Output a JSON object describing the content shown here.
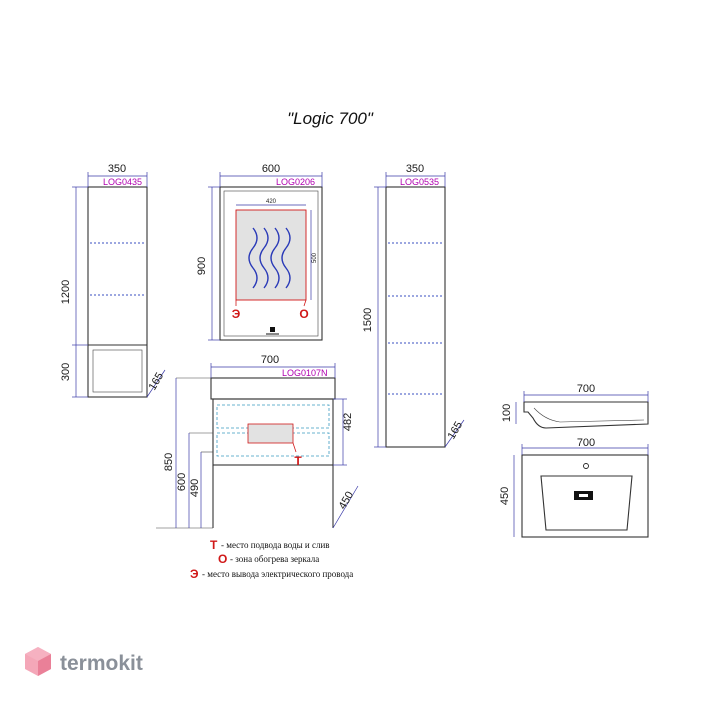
{
  "title": "\"Logic 700\"",
  "left_cabinet": {
    "width": "350",
    "code": "LOG0435",
    "height_upper": "1200",
    "height_lower": "300",
    "depth": "165"
  },
  "mirror": {
    "width": "600",
    "code": "LOG0206",
    "height": "900",
    "heater_width": "420",
    "heater_height": "500",
    "mark_e": "Э",
    "mark_o": "О"
  },
  "tall_cabinet": {
    "width": "350",
    "code": "LOG0535",
    "height": "1500",
    "depth": "165"
  },
  "vanity": {
    "width": "700",
    "code": "LOG0107N",
    "h_total": "850",
    "h_600": "600",
    "h_490": "490",
    "h_482": "482",
    "depth": "450",
    "mark_t": "Т"
  },
  "sink_side": {
    "width": "700",
    "height": "100"
  },
  "sink_top": {
    "width": "700",
    "depth": "450"
  },
  "legend": [
    {
      "mark": "Т",
      "text": "- место подвода воды и слив"
    },
    {
      "mark": "О",
      "text": "- зона обогрева зеркала"
    },
    {
      "mark": "Э",
      "text": "- место вывода электрического провода"
    }
  ],
  "brand": {
    "name": "termokit",
    "color": "#f08aa0"
  }
}
